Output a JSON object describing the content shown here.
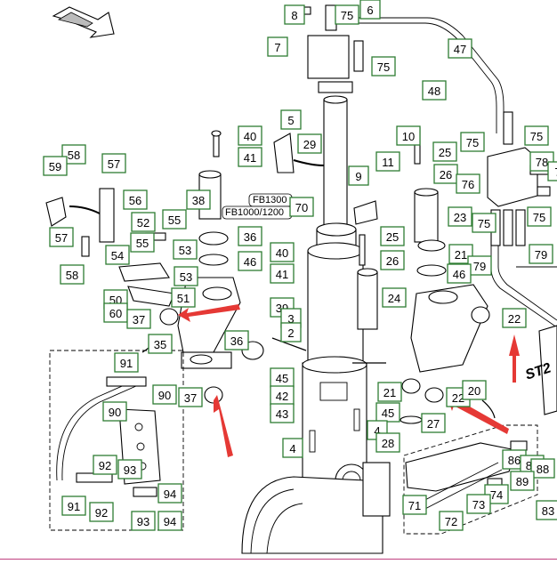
{
  "diagram": {
    "callouts": [
      "8",
      "75",
      "6",
      "7",
      "75",
      "47",
      "48",
      "5",
      "40",
      "29",
      "10",
      "25",
      "75",
      "75",
      "41",
      "9",
      "11",
      "26",
      "76",
      "78",
      "7",
      "58",
      "57",
      "59",
      "56",
      "38",
      "70",
      "23",
      "75",
      "75",
      "52",
      "55",
      "36",
      "25",
      "55",
      "53",
      "57",
      "54",
      "46",
      "21",
      "79",
      "79",
      "58",
      "53",
      "40",
      "26",
      "41",
      "46",
      "50",
      "51",
      "24",
      "60",
      "37",
      "39",
      "3",
      "22",
      "2",
      "35",
      "36",
      "91",
      "45",
      "90",
      "37",
      "42",
      "21",
      "22",
      "20",
      "43",
      "90",
      "45",
      "4",
      "4",
      "28",
      "27",
      "92",
      "93",
      "86",
      "87",
      "88",
      "94",
      "89",
      "74",
      "91",
      "92",
      "71",
      "73",
      "83",
      "72",
      "93",
      "94"
    ],
    "fb1300": "FB1300",
    "fb1000": "FB1000/1200",
    "st2": "ST2"
  },
  "footer": {
    "text": ""
  }
}
